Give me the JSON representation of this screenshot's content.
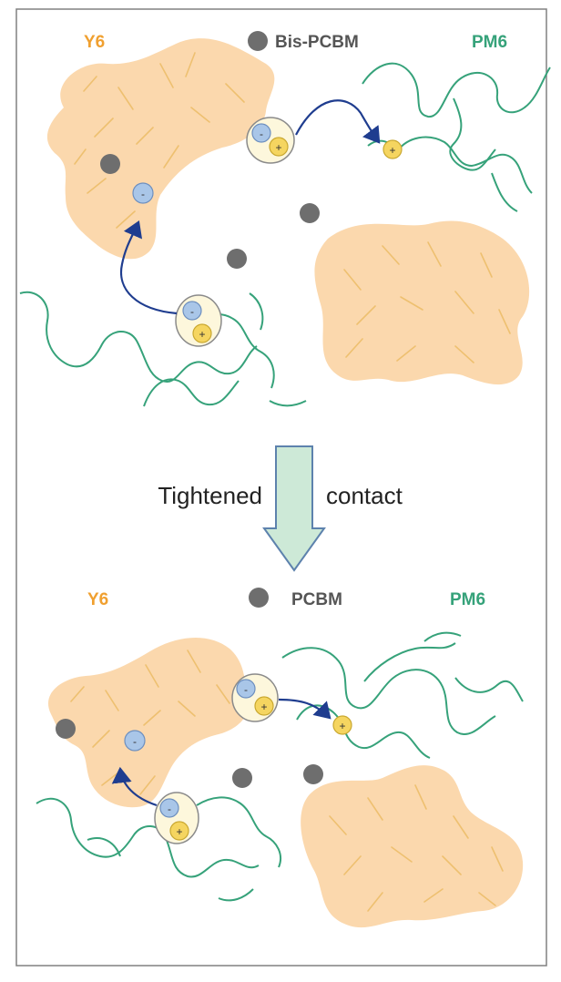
{
  "colors": {
    "y6": "#f0a030",
    "pm6": "#36a27a",
    "fullerene": "#6e6e6e",
    "domain_fill": "#fbd8ad",
    "domain_stripe": "#eec070",
    "arrow": "#1f3d8f",
    "electron": "#a9c6e8",
    "hole": "#f5d560",
    "big_arrow_fill": "#cde9d7",
    "big_arrow_stroke": "#5d82ad",
    "frame": "#808080"
  },
  "top_panel": {
    "label_y6": "Y6",
    "label_fullerene": "Bis-PCBM",
    "label_pm6": "PM6"
  },
  "transition": {
    "left_text": "Tightened",
    "right_text": "contact"
  },
  "bottom_panel": {
    "label_y6": "Y6",
    "label_fullerene": "PCBM",
    "label_pm6": "PM6"
  },
  "charges": {
    "electron_sign": "-",
    "hole_sign": "+"
  }
}
